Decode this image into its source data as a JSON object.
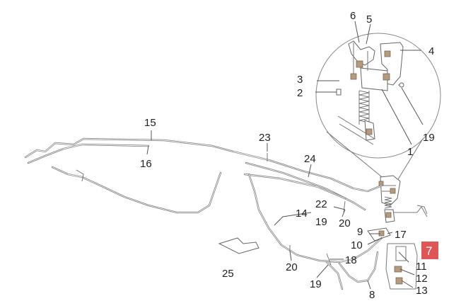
{
  "diagram": {
    "labels": {
      "l1": "1",
      "l2": "2",
      "l3": "3",
      "l4": "4",
      "l5": "5",
      "l6": "6",
      "l7": "7",
      "l8": "8",
      "l9": "9",
      "l10": "10",
      "l11": "11",
      "l12": "12",
      "l13": "13",
      "l14": "14",
      "l15": "15",
      "l16": "16",
      "l17": "17",
      "l18": "18",
      "l19a": "19",
      "l19b": "19",
      "l19c": "19",
      "l20a": "20",
      "l20b": "20",
      "l22": "22",
      "l23": "23",
      "l24": "24",
      "l25": "25"
    },
    "highlighted_part": "7",
    "colors": {
      "highlight": "#e05555",
      "component_shade": "#b69a7b",
      "line": "#7a7a7a"
    }
  }
}
